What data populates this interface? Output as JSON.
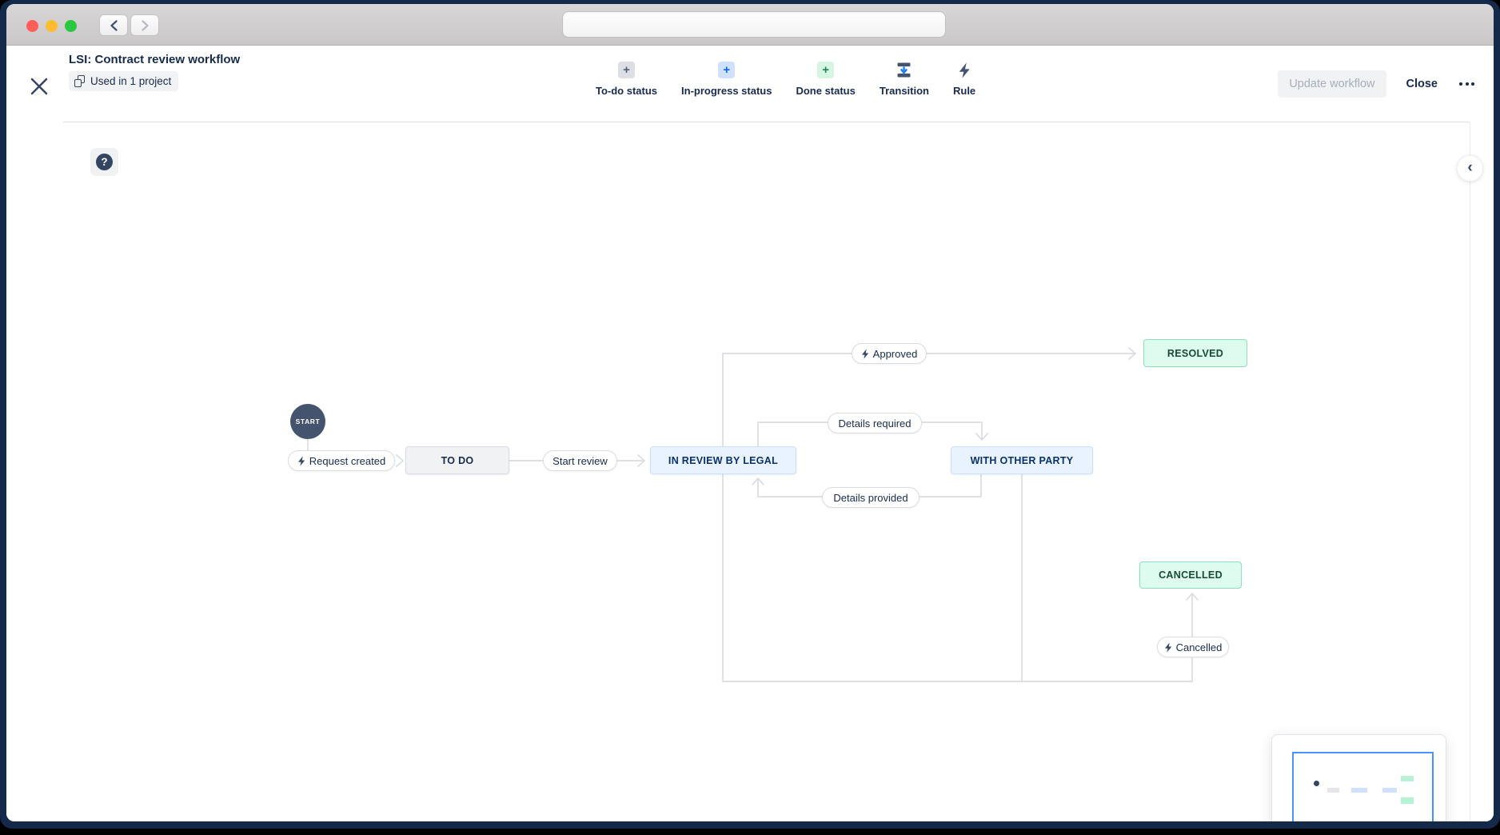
{
  "browser": {
    "address_value": ""
  },
  "header": {
    "title": "LSI: Contract review workflow",
    "usage_badge": "Used in 1 project",
    "tools": [
      {
        "label": "To-do status"
      },
      {
        "label": "In-progress status"
      },
      {
        "label": "Done status"
      },
      {
        "label": "Transition"
      },
      {
        "label": "Rule"
      }
    ],
    "update_button": "Update workflow",
    "close_button": "Close"
  },
  "icons": {
    "plus": "+",
    "help": "?",
    "collapse": "‹"
  },
  "workflow": {
    "start": "START",
    "statuses": {
      "todo": "TO DO",
      "in_review": "IN REVIEW BY LEGAL",
      "with_other_party": "WITH OTHER PARTY",
      "resolved": "RESOLVED",
      "cancelled": "CANCELLED"
    },
    "transitions": {
      "request_created": "Request created",
      "start_review": "Start review",
      "approved": "Approved",
      "details_required": "Details required",
      "details_provided": "Details provided",
      "cancelled": "Cancelled"
    }
  },
  "colors": {
    "window_frame": "#15294b",
    "navy_text": "#172b4d",
    "todo_bg": "#f1f2f4",
    "inprogress_bg": "#e9f2ff",
    "done_bg": "#ddfbee",
    "accent_blue": "#0c66e4",
    "accent_green": "#1f845a",
    "edge_gray": "#d9dce2",
    "traffic_red": "#ff5f57",
    "traffic_yellow": "#febc2e",
    "traffic_green": "#28c840",
    "minimap_viewport_border": "#4794ff"
  }
}
